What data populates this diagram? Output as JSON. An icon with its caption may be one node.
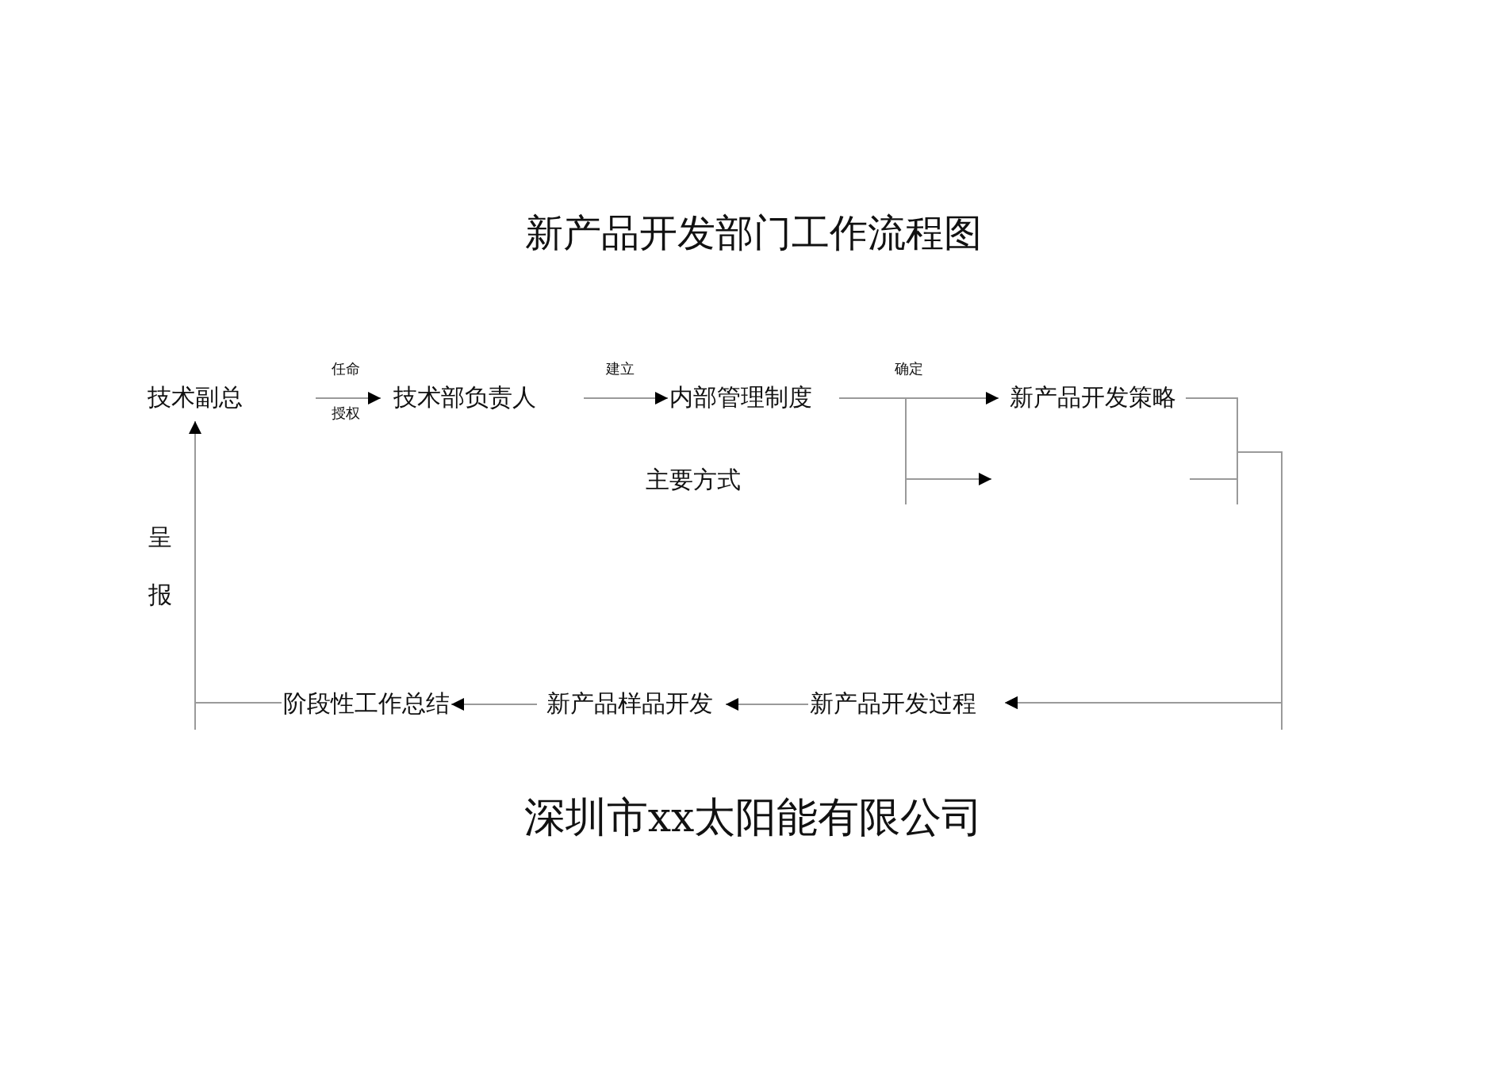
{
  "diagram": {
    "title": "新产品开发部门工作流程图",
    "caption": "深圳市xx太阳能有限公司",
    "nodes": [
      {
        "text": [
          "技术副总"
        ]
      },
      {
        "text": [
          "技术部负责人"
        ]
      },
      {
        "text": [
          "内部管理制度"
        ]
      },
      {
        "text": [
          "新产品开发策略"
        ]
      },
      {
        "text": [
          "新产品开发过程"
        ]
      },
      {
        "text": [
          "新产品样品开发"
        ]
      },
      {
        "text": [
          "阶段性工作总结"
        ]
      }
    ],
    "edges": [
      {
        "from": 0,
        "to": 1,
        "arrow": "to",
        "label": "任命"
      },
      {
        "from": 1,
        "to": 2,
        "arrow": "to",
        "label": "建立"
      },
      {
        "from": 2,
        "to": 3,
        "arrow": "to",
        "label": "确定"
      },
      {
        "from": 2,
        "to": null,
        "arrow": "to"
      },
      {
        "from": 3,
        "to": 4,
        "arrow": "to"
      },
      {
        "from": null,
        "to": 4,
        "arrow": "to"
      },
      {
        "from": 4,
        "to": 5,
        "arrow": "to"
      },
      {
        "from": 5,
        "to": 6,
        "arrow": "to"
      },
      {
        "from": 6,
        "to": 0,
        "arrow": "to",
        "label": "呈报"
      }
    ],
    "labels": [
      "授权",
      "主要方式"
    ]
  }
}
